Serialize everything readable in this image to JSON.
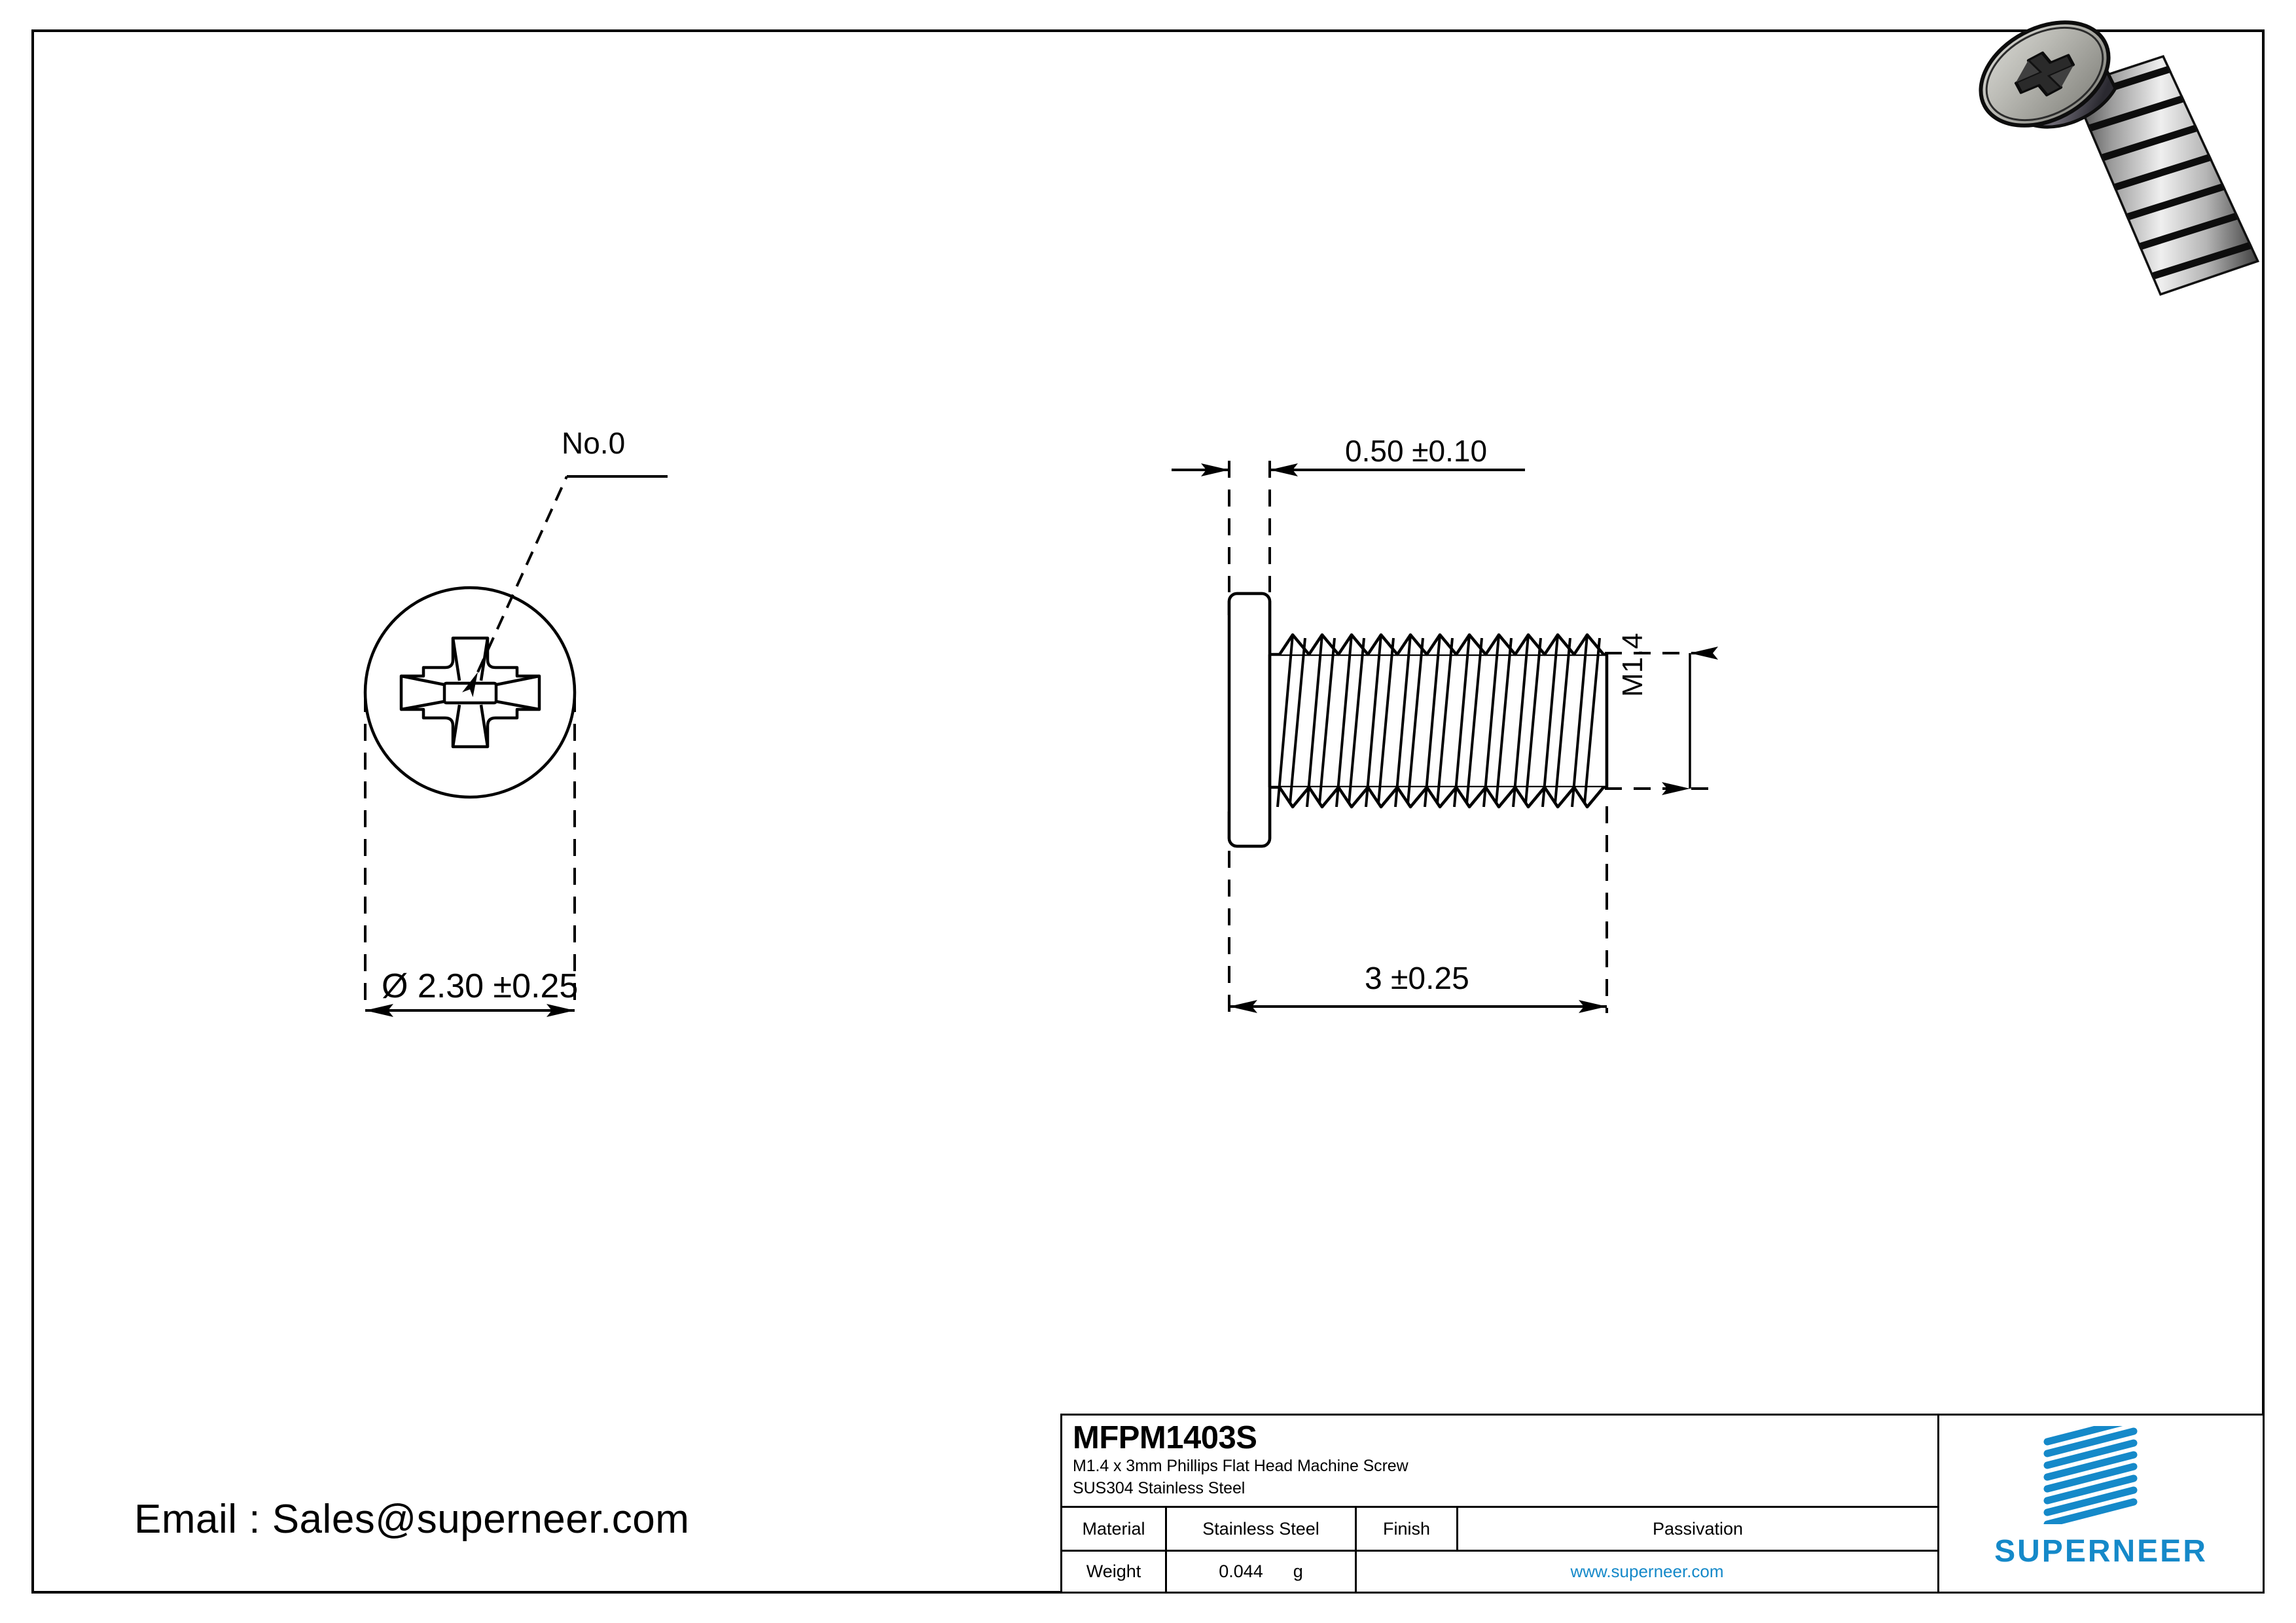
{
  "sheet": {
    "background": "#ffffff",
    "line_color": "#000000",
    "accent_color": "#1589C9"
  },
  "contact": {
    "email_text": "Email : Sales@superneer.com"
  },
  "views": {
    "top_view": {
      "name": "top-view-head",
      "leader_label": "No.0",
      "diameter_dimension": "Ø 2.30 ±0.25"
    },
    "side_view": {
      "name": "side-view-screw",
      "head_thickness_dimension": "0.50 ±0.10",
      "length_dimension": "3 ±0.25",
      "thread_dimension": "M1.4"
    },
    "iso_view": {
      "name": "isometric-screw-render"
    }
  },
  "title_block": {
    "part_number": "MFPM1403S",
    "description_line1": "M1.4 x 3mm Phillips Flat Head Machine Screw",
    "description_line2": "SUS304 Stainless Steel",
    "material_label": "Material",
    "material_value": "Stainless Steel",
    "finish_label": "Finish",
    "finish_value": "Passivation",
    "weight_label": "Weight",
    "weight_value": "0.044",
    "weight_unit": "g",
    "website": "www.superneer.com",
    "brand_name": "SUPERNEER"
  }
}
